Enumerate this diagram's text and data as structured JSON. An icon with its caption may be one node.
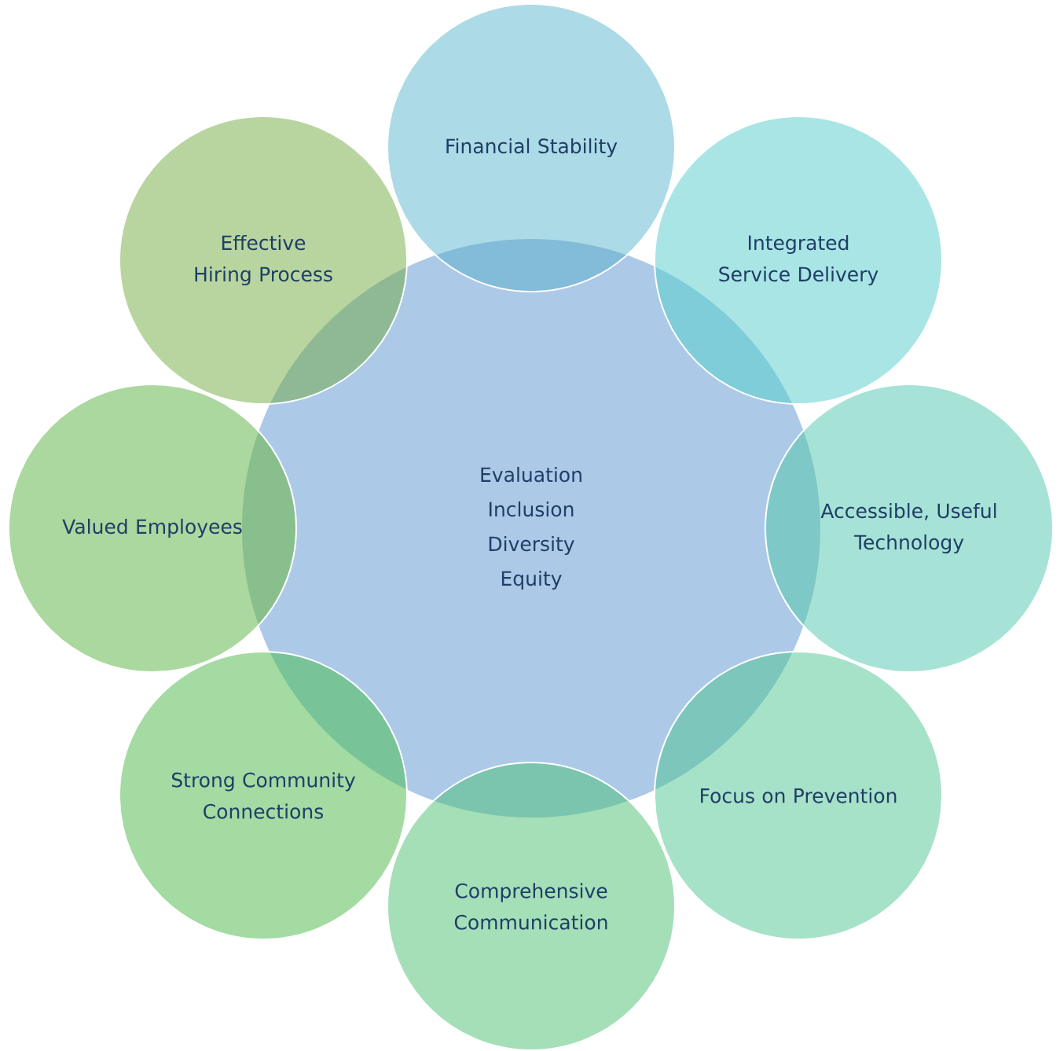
{
  "diagram": {
    "nodes": [
      {
        "text": [
          "Evaluation",
          "Inclusion",
          "Diversity",
          "Equity"
        ]
      },
      {
        "text": [
          "Financial Stability"
        ]
      },
      {
        "text": [
          "Integrated Service Delivery"
        ]
      },
      {
        "text": [
          "Accessible, Useful Technology"
        ]
      },
      {
        "text": [
          "Focus on Prevention"
        ]
      },
      {
        "text": [
          "Comprehensive Communication"
        ]
      },
      {
        "text": [
          "Strong Community Connections"
        ]
      },
      {
        "text": [
          "Valued Employees"
        ]
      },
      {
        "text": [
          "Effective Hiring Process"
        ]
      }
    ]
  }
}
